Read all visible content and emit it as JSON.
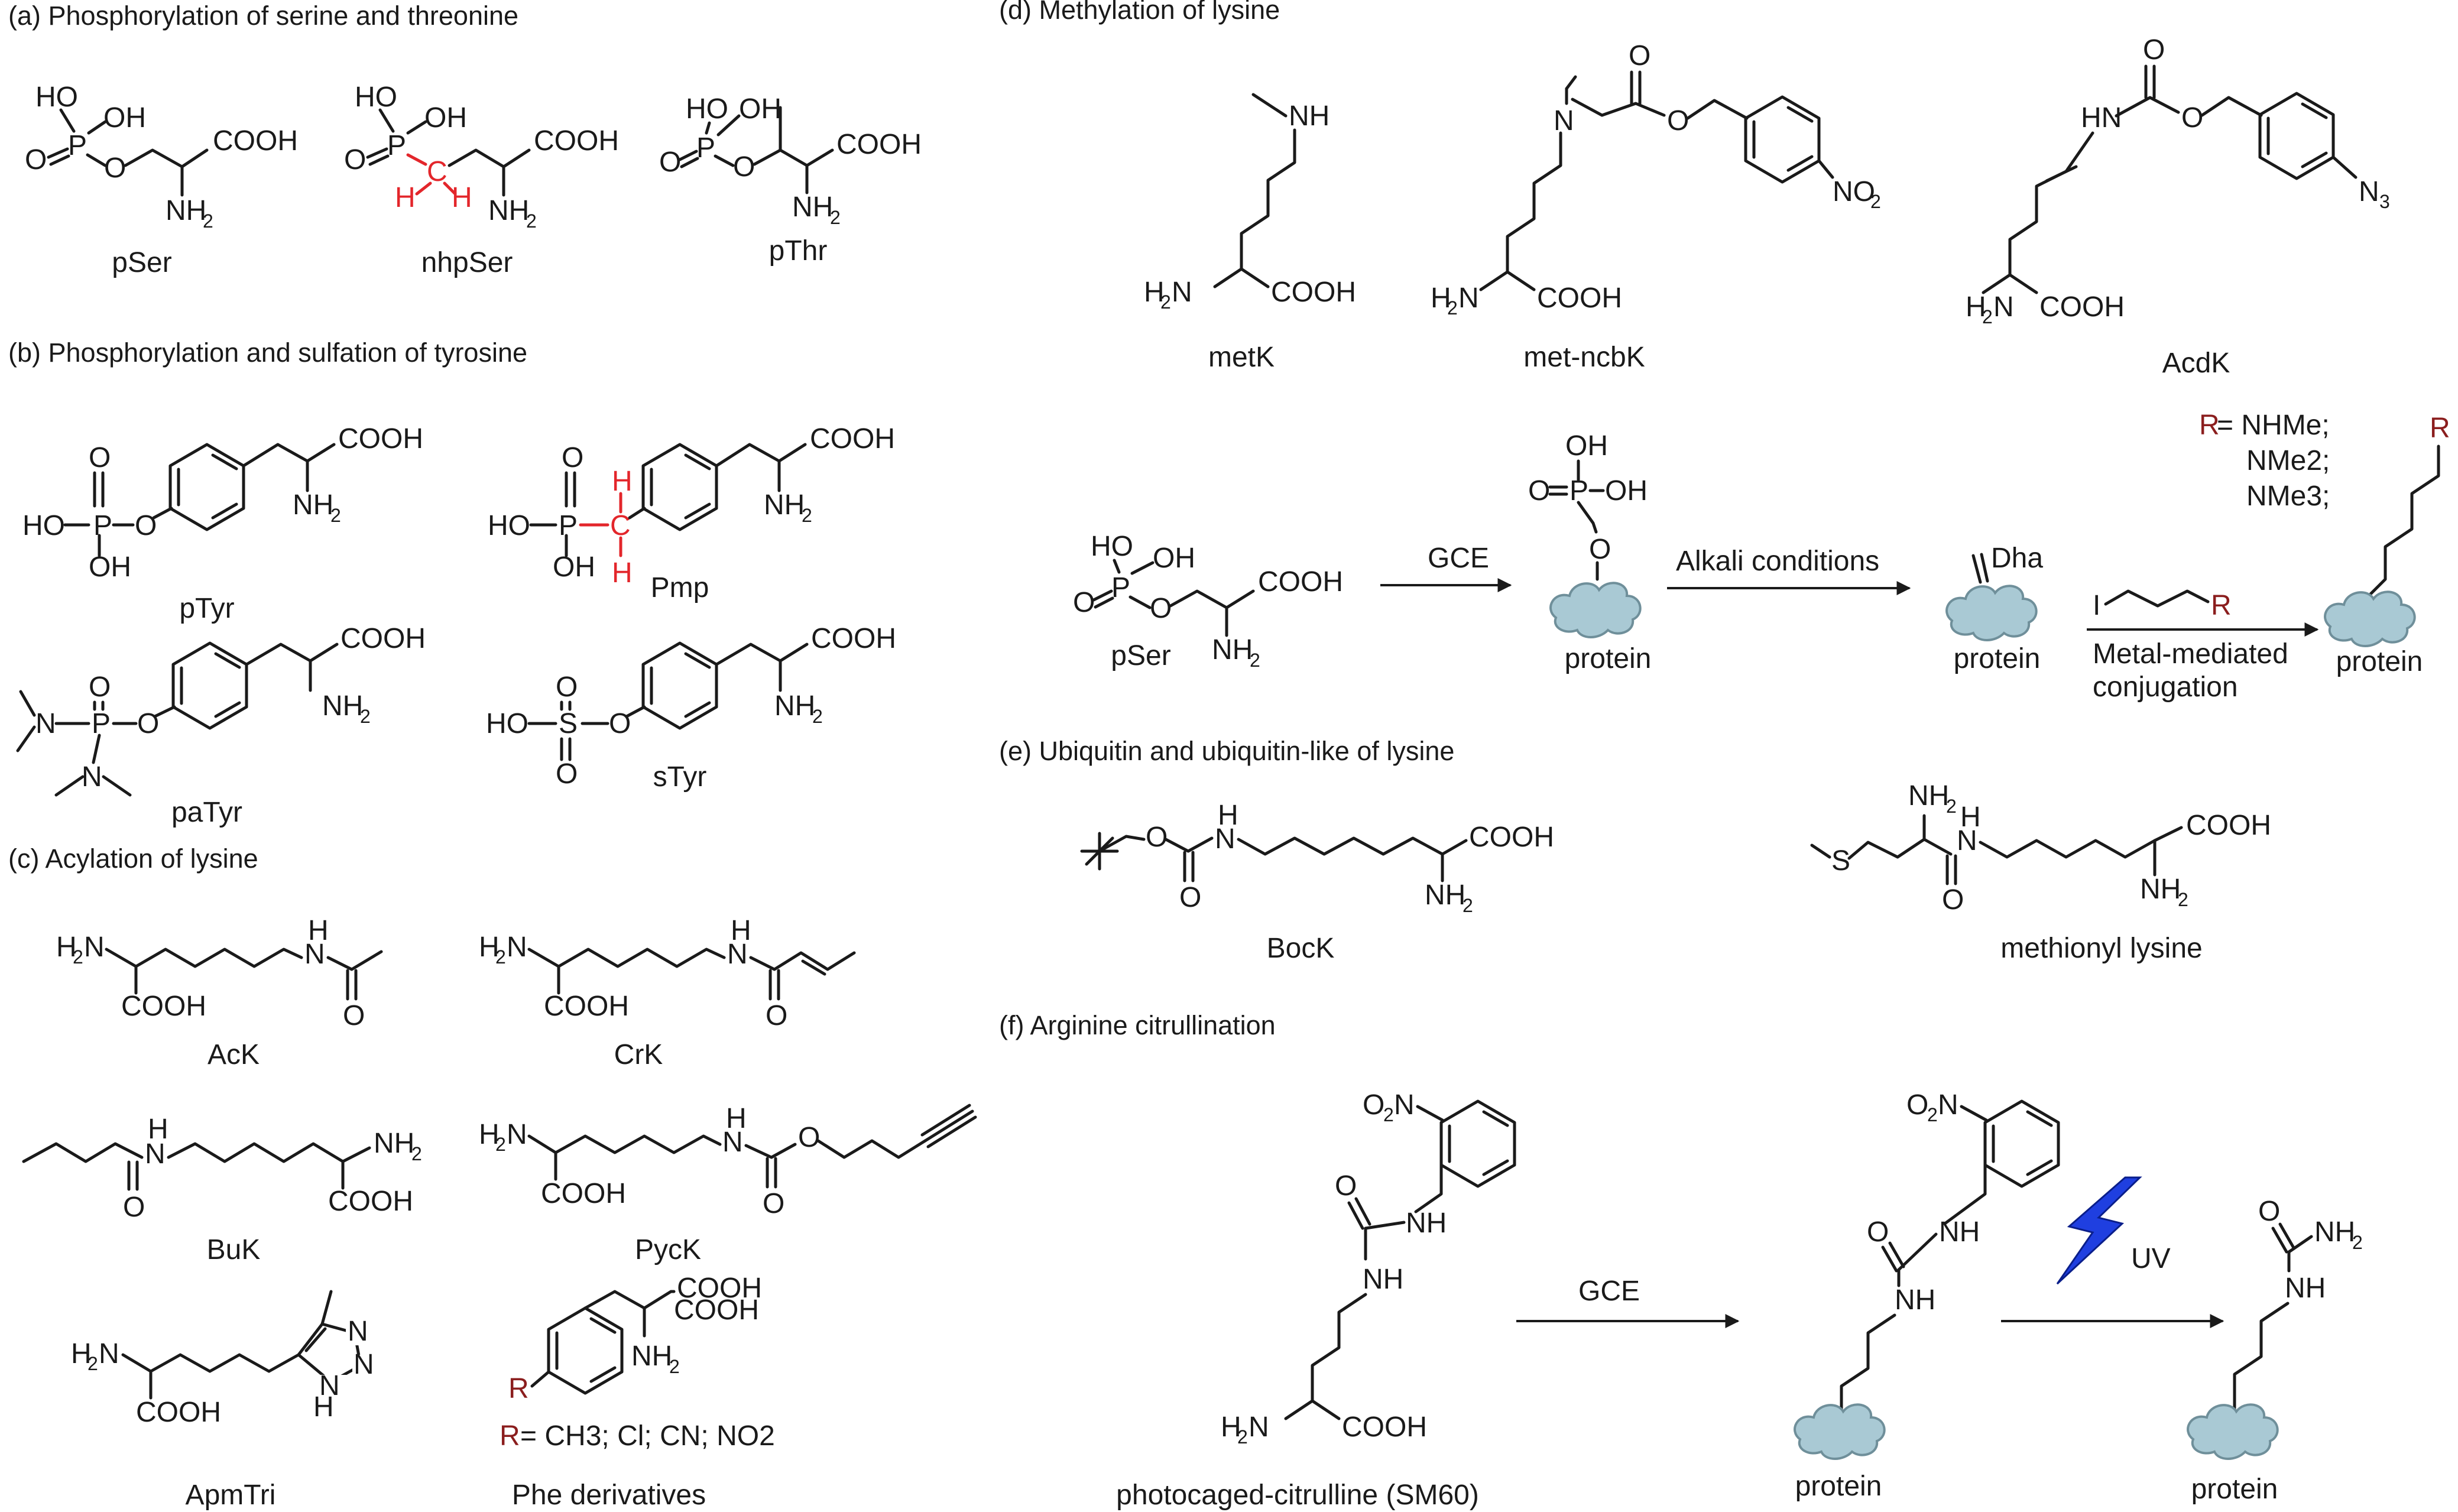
{
  "sections": {
    "a": "(a) Phosphorylation of serine and threonine",
    "b": "(b) Phosphorylation and sulfation of tyrosine",
    "c": "(c) Acylation of lysine",
    "d": "(d) Methylation of lysine",
    "e": "(e) Ubiquitin and ubiquitin-like of lysine",
    "f": "(f) Arginine citrullination"
  },
  "compounds": {
    "pSer": "pSer",
    "nhpSer": "nhpSer",
    "pThr": "pThr",
    "pTyr": "pTyr",
    "Pmp": "Pmp",
    "paTyr": "paTyr",
    "sTyr": "sTyr",
    "AcK": "AcK",
    "CrK": "CrK",
    "BuK": "BuK",
    "PycK": "PycK",
    "ApmTri": "ApmTri",
    "Phe": "Phe derivatives",
    "metK": "metK",
    "metncbK": "met-ncbK",
    "AcdK": "AcdK",
    "pSer2": "pSer",
    "BocK": "BocK",
    "metlys": "methionyl lysine",
    "SM60": "photocaged-citrulline (SM60)"
  },
  "atoms": {
    "HO": "HO",
    "OH": "OH",
    "O": "O",
    "P": "P",
    "S": "S",
    "N": "N",
    "H": "H",
    "C": "C",
    "I": "I",
    "R": "R",
    "COOH": "COOH",
    "NH2": "NH",
    "H2N": "H",
    "N2": "N",
    "HN": "HN",
    "NH": "NH",
    "O2N": "O",
    "NO2": "NO",
    "N3": "N",
    "sub2": "2",
    "sub3": "3"
  },
  "phe_r": "= CH3; Cl; CN; NO2",
  "r_groups": [
    "= NHMe;",
    "NMe2;",
    "NMe3;"
  ],
  "reaction": {
    "gce": "GCE",
    "alkali": "Alkali conditions",
    "dha": "Dha",
    "metal1": "Metal-mediated",
    "metal2": "conjugation",
    "protein": "protein",
    "uv": "UV"
  },
  "colors": {
    "highlight": "#e3262b",
    "r_label": "#8b1e1e",
    "cloud": "#a9c9d4",
    "uv_bolt": "#1f3fe0"
  }
}
